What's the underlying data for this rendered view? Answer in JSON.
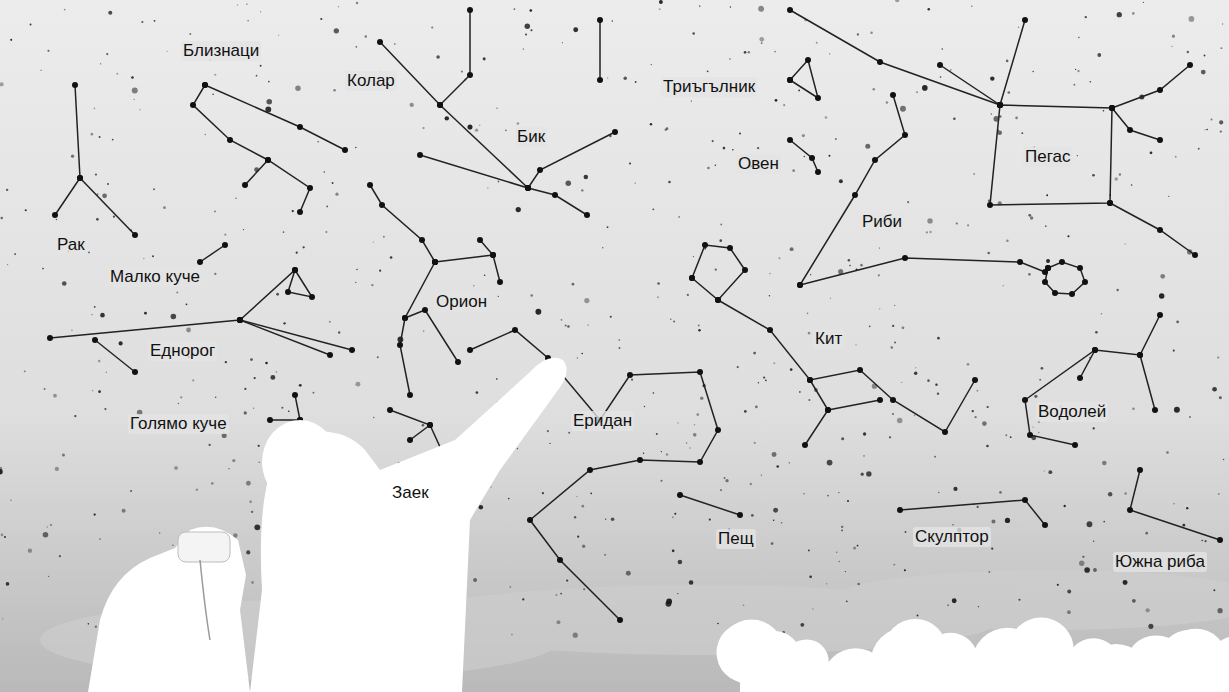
{
  "diagram": {
    "labels": [
      "Близнаци",
      "Колар",
      "Триъгълник",
      "Бик",
      "Овен",
      "Пегас",
      "Рак",
      "Риби",
      "Малко куче",
      "Орион",
      "Кит",
      "Еднорог",
      "Водолей",
      "Голямо куче",
      "Еридан",
      "Заек",
      "Пещ",
      "Скулптор",
      "Южна риба"
    ]
  }
}
